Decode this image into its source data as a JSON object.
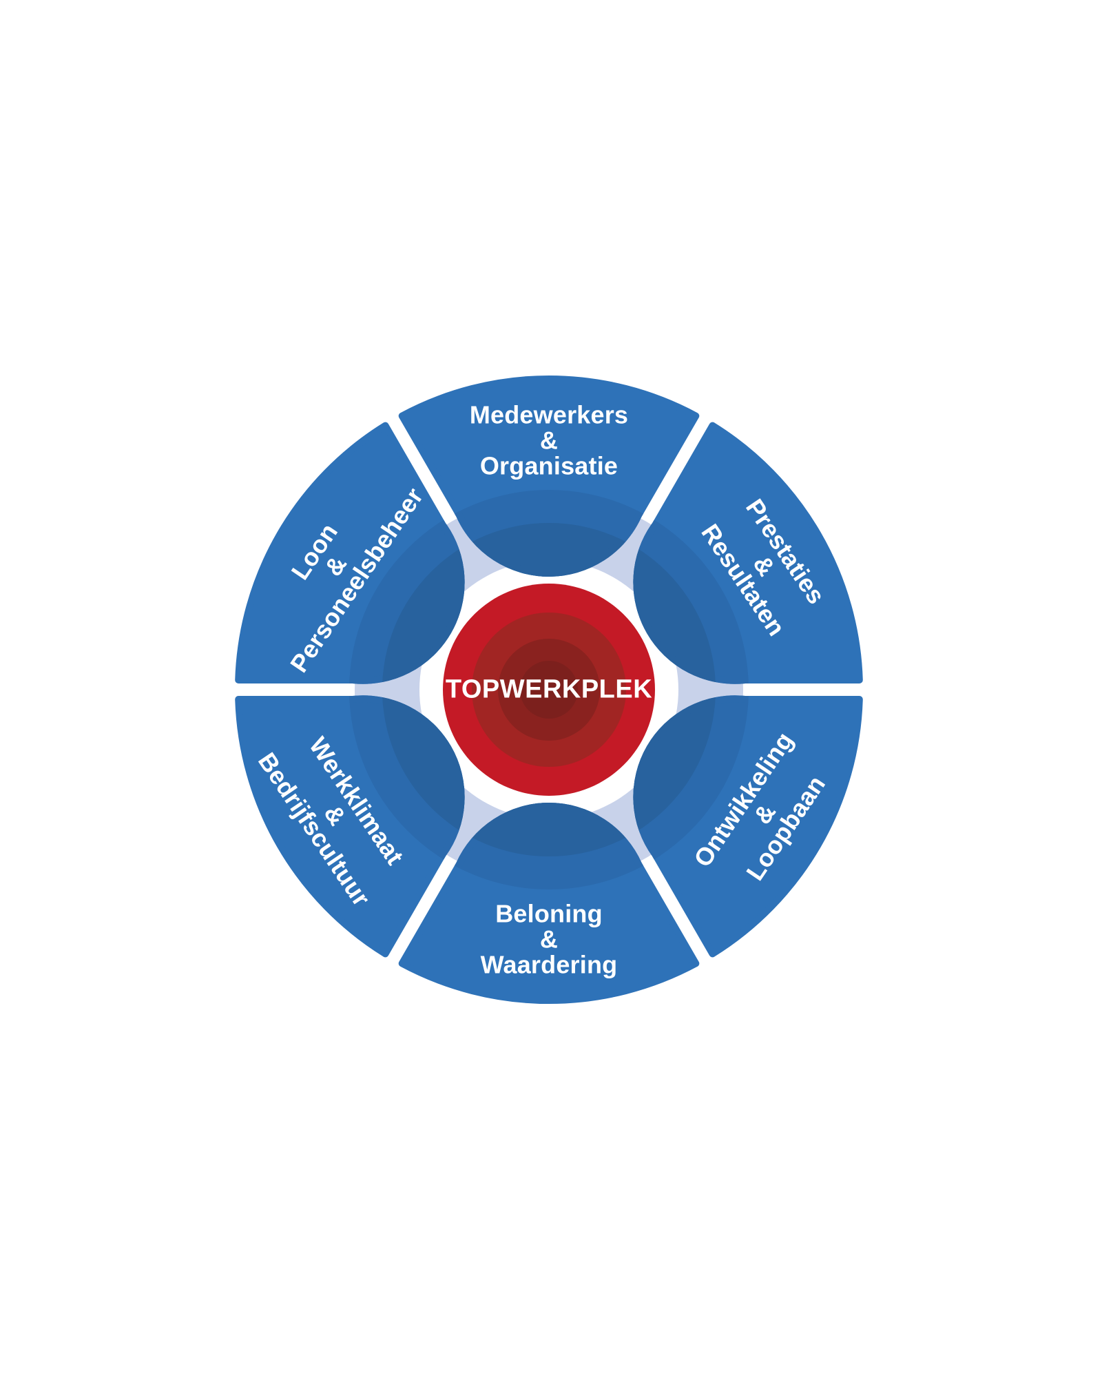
{
  "title": {
    "center_label": "TOPWERKPLEK"
  },
  "segments": [
    {
      "id": "medewerkers-organisatie",
      "lines": [
        "Medewerkers",
        "&",
        "Organisatie"
      ]
    },
    {
      "id": "prestaties-resultaten",
      "lines": [
        "Prestaties",
        "&",
        "Resultaten"
      ]
    },
    {
      "id": "ontwikkeling-loopbaan",
      "lines": [
        "Ontwikkeling",
        "&",
        "Loopbaan"
      ]
    },
    {
      "id": "beloning-waardering",
      "lines": [
        "Beloning",
        "&",
        "Waardering"
      ]
    },
    {
      "id": "werkklimaat-bedrijfscultuur",
      "lines": [
        "Werkklimaat",
        "&",
        "Bedrijfscultuur"
      ]
    },
    {
      "id": "loon-personeelsbeheer",
      "lines": [
        "Loon",
        "&",
        "Personeelsbeheer"
      ]
    }
  ],
  "colors": {
    "background": "#ffffff",
    "blue_bright": "#2e72b8",
    "blue_mid": "#2b6aad",
    "blue_dark": "#28629e",
    "lavender": "#c8d2ea",
    "white_ring": "#ffffff",
    "red_bright": "#c41a26",
    "red_mid": "#a12523",
    "red_dark": "#8a221f",
    "red_darkest": "#7c201d",
    "text": "#ffffff"
  }
}
